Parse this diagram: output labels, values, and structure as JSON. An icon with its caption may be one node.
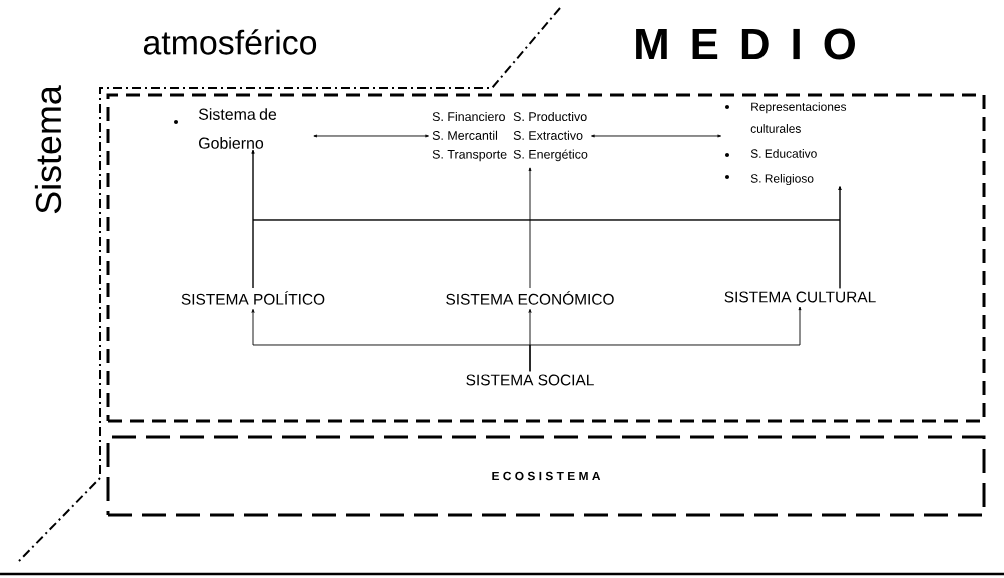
{
  "diagram": {
    "nodes": [
      {
        "text": [],
        "shape": "box"
      },
      {
        "text": [
          "E C O S I S T E M A"
        ]
      },
      {
        "text": [
          "Sistema de Gobierno"
        ],
        "in": 0
      },
      {
        "text": [
          "S.  Financiero",
          "S. Productivo",
          "S. Mercantil",
          "S. Extractivo",
          "S. Transporte",
          "S. Energético"
        ],
        "in": 0
      },
      {
        "text": [
          "Representaciones culturales",
          "S. Educativo",
          "S. Religioso"
        ],
        "in": 0
      },
      {
        "text": [
          "SISTEMA POLÍTICO"
        ],
        "in": 0
      },
      {
        "text": [
          "SISTEMA ECONÓMICO"
        ],
        "in": 0
      },
      {
        "text": [
          "SISTEMA CULTURAL"
        ],
        "in": 0
      },
      {
        "text": [
          "SISTEMA SOCIAL"
        ],
        "in": 0
      }
    ],
    "edges": [
      {
        "from": 2,
        "to": 3,
        "arrow": "both"
      },
      {
        "from": 3,
        "to": 4,
        "arrow": "both"
      },
      {
        "from": 5,
        "to": 2,
        "arrow": "to"
      },
      {
        "from": 6,
        "to": 3,
        "arrow": "to"
      },
      {
        "from": 7,
        "to": 4,
        "arrow": "to"
      },
      {
        "from": 5,
        "to": 4,
        "arrow": "to"
      },
      {
        "from": 7,
        "to": 2,
        "arrow": "to"
      },
      {
        "from": 8,
        "to": 5,
        "arrow": "to"
      },
      {
        "from": 8,
        "to": 6,
        "arrow": "to"
      },
      {
        "from": 8,
        "to": 7,
        "arrow": "to"
      }
    ],
    "labels": [
      "Sistema",
      "atmosférico",
      "M E D I O"
    ]
  }
}
